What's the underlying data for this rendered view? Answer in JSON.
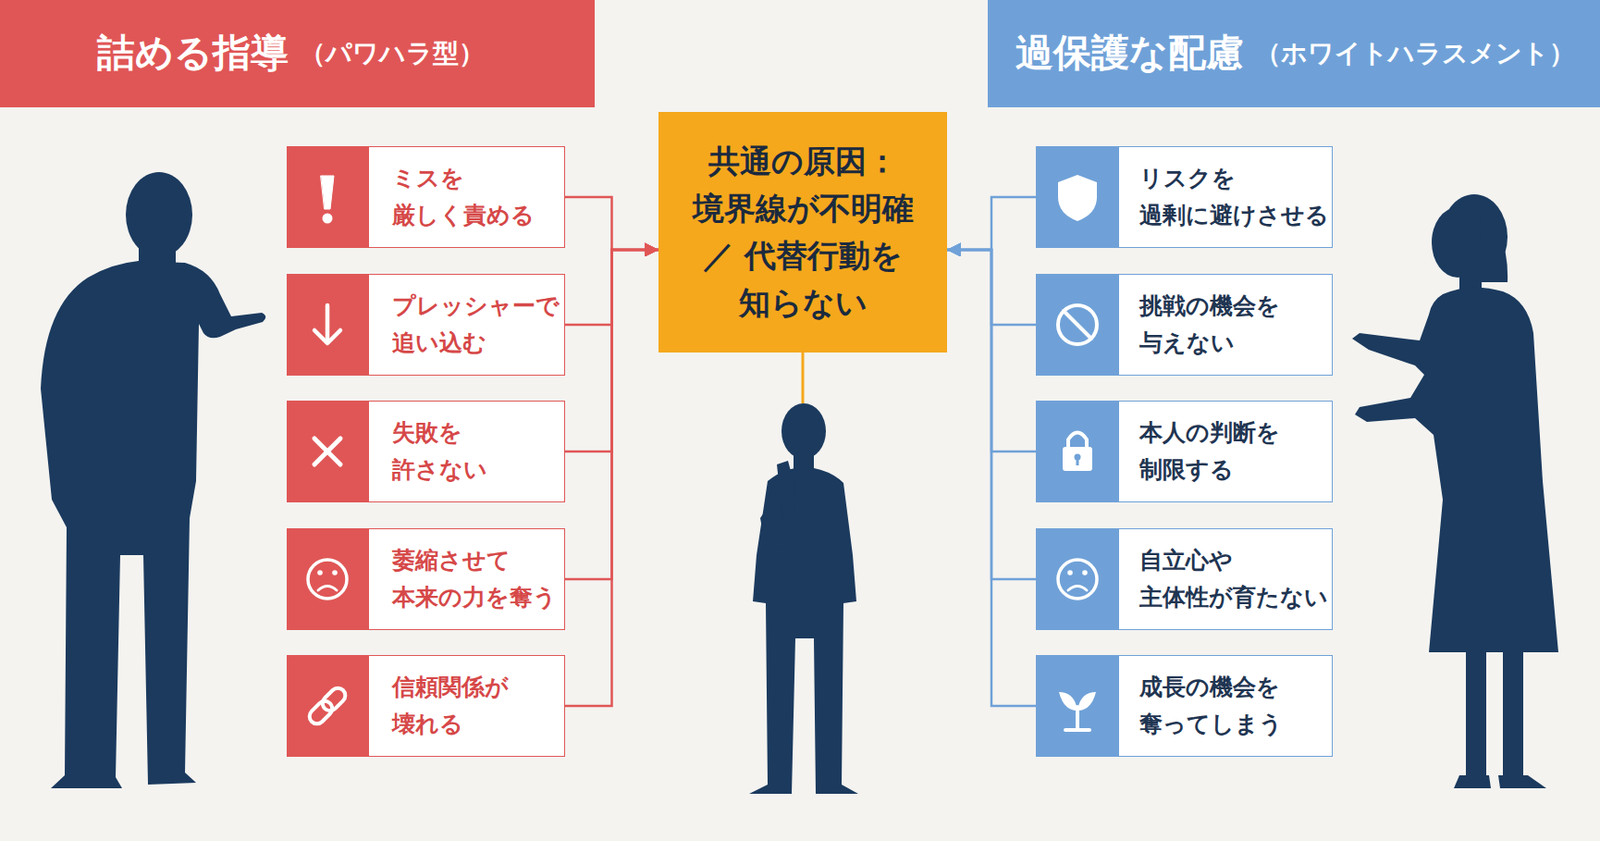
{
  "diagram": {
    "nodes": [
      {
        "text": [
          "詰める指導",
          "（パワハラ型）"
        ]
      },
      {
        "text": [
          "過保護な配慮",
          "（ホワイトハラスメント）"
        ]
      },
      {
        "text": [
          "ミスを 厳しく責める"
        ]
      },
      {
        "text": [
          "プレッシャーで 追い込む"
        ]
      },
      {
        "text": [
          "失敗を 許さない"
        ]
      },
      {
        "text": [
          "萎縮させて 本来の力を奪う"
        ]
      },
      {
        "text": [
          "信頼関係が 壊れる"
        ]
      },
      {
        "text": [
          "共通の原因：",
          "境界線が不明確／ 代替行動を 知らない"
        ]
      },
      {
        "text": [
          "リスクを 過剰に避けさせる"
        ]
      },
      {
        "text": [
          "挑戦の機会を 与えない"
        ]
      },
      {
        "text": [
          "本人の判断を 制限する"
        ]
      },
      {
        "text": [
          "自立心や 主体性が育たない"
        ]
      },
      {
        "text": [
          "成長の機会を 奪ってしまう"
        ]
      }
    ],
    "edges": [
      {
        "from": 2,
        "to": 7,
        "arrow": "to"
      },
      {
        "from": 3,
        "to": 7,
        "arrow": "to"
      },
      {
        "from": 4,
        "to": 7,
        "arrow": "to"
      },
      {
        "from": 5,
        "to": 7,
        "arrow": "to"
      },
      {
        "from": 6,
        "to": 7,
        "arrow": "to"
      },
      {
        "from": 8,
        "to": 7,
        "arrow": "to"
      },
      {
        "from": 9,
        "to": 7,
        "arrow": "to"
      },
      {
        "from": 10,
        "to": 7,
        "arrow": "to"
      },
      {
        "from": 11,
        "to": 7,
        "arrow": "to"
      },
      {
        "from": 12,
        "to": 7,
        "arrow": "to"
      }
    ]
  }
}
